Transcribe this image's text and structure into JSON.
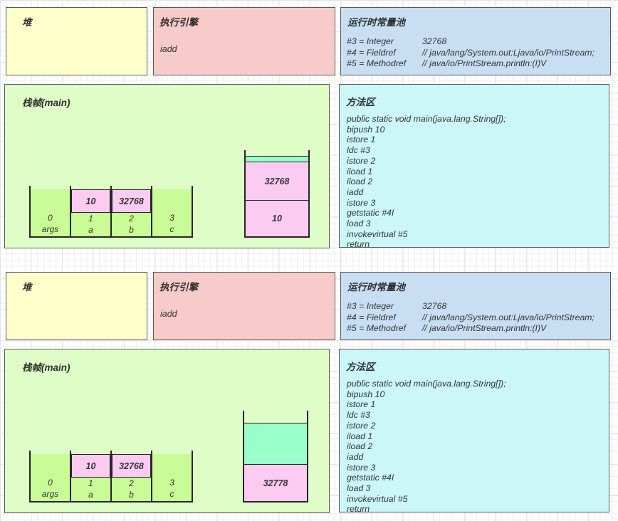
{
  "colors": {
    "heap_bg": "#FFFFCC",
    "engine_bg": "#F8CBCB",
    "pool_bg": "#C8DFF3",
    "frame_bg": "#DFFEC7",
    "method_bg": "#CBF7F9",
    "local_var_green": "#C9FB96",
    "value_pink": "#FBCBF2",
    "operand_teal": "#9AFECB",
    "box_border": "#595959",
    "ink": "#333333"
  },
  "panels": [
    {
      "heap": {
        "title": "堆"
      },
      "engine": {
        "title": "执行引擎",
        "instruction": "iadd"
      },
      "constant_pool": {
        "title": "运行时常量池",
        "entries": [
          {
            "key": "#3 = Integer",
            "value": "32768"
          },
          {
            "key": "#4 = Fieldref",
            "value": "// java/lang/System.out:Ljava/io/PrintStream;"
          },
          {
            "key": "#5 = Methodref",
            "value": "// java/io/PrintStream.println:(I)V"
          }
        ]
      },
      "stack_frame": {
        "title": "栈帧(main)",
        "local_vars": [
          {
            "index": "0",
            "name": "args",
            "value": ""
          },
          {
            "index": "1",
            "name": "a",
            "value": "10"
          },
          {
            "index": "2",
            "name": "b",
            "value": "32768"
          },
          {
            "index": "3",
            "name": "c",
            "value": ""
          }
        ],
        "operand_stack": [
          {
            "type": "teal",
            "label": ""
          },
          {
            "type": "pink",
            "label": "32768"
          },
          {
            "type": "pink",
            "label": "10"
          }
        ]
      },
      "method_area": {
        "title": "方法区",
        "lines": [
          "public static void main(java.lang.String[]);",
          "bipush 10",
          "istore 1",
          "ldc #3",
          "istore 2",
          "iload 1",
          "iload 2",
          "iadd",
          "istore 3",
          "getstatic #4I",
          "load 3",
          "invokevirtual #5",
          "return"
        ]
      }
    },
    {
      "heap": {
        "title": "堆"
      },
      "engine": {
        "title": "执行引擎",
        "instruction": "iadd"
      },
      "constant_pool": {
        "title": "运行时常量池",
        "entries": [
          {
            "key": "#3 = Integer",
            "value": "32768"
          },
          {
            "key": "#4 = Fieldref",
            "value": "// java/lang/System.out:Ljava/io/PrintStream;"
          },
          {
            "key": "#5 = Methodref",
            "value": "// java/io/PrintStream.println:(I)V"
          }
        ]
      },
      "stack_frame": {
        "title": "栈帧(main)",
        "local_vars": [
          {
            "index": "0",
            "name": "args",
            "value": ""
          },
          {
            "index": "1",
            "name": "a",
            "value": "10"
          },
          {
            "index": "2",
            "name": "b",
            "value": "32768"
          },
          {
            "index": "3",
            "name": "c",
            "value": ""
          }
        ],
        "operand_stack": [
          {
            "type": "teal",
            "label": ""
          },
          {
            "type": "pink",
            "label": "32778"
          }
        ]
      },
      "method_area": {
        "title": "方法区",
        "lines": [
          "public static void main(java.lang.String[]);",
          "bipush 10",
          "istore 1",
          "ldc #3",
          "istore 2",
          "iload 1",
          "iload 2",
          "iadd",
          "istore 3",
          "getstatic #4I",
          "load 3",
          "invokevirtual #5",
          "return"
        ]
      }
    }
  ]
}
